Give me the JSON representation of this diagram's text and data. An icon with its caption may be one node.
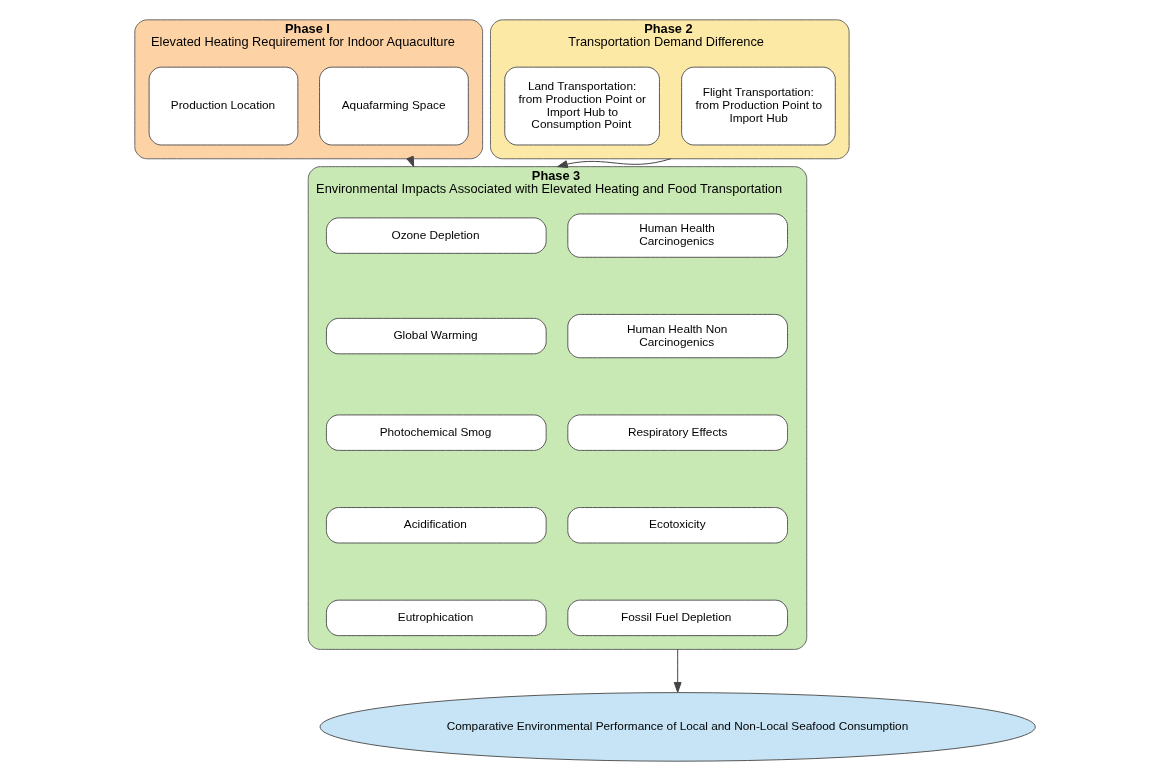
{
  "diagram": {
    "nodes": [
      {
        "text": [
          "Phase I",
          "Elevated Heating Requirement for Indoor Aquaculture"
        ]
      },
      {
        "text": [
          "Production Location"
        ],
        "in": 0
      },
      {
        "text": [
          "Aquafarming Space"
        ],
        "in": 0
      },
      {
        "text": [
          "Phase 2",
          "Transportation Demand Difference"
        ]
      },
      {
        "text": [
          "Land Transportation: from Production Point or Import Hub to Consumption Point"
        ],
        "in": 3
      },
      {
        "text": [
          "Flight Transportation: from Production Point to Import Hub"
        ],
        "in": 3
      },
      {
        "text": [
          "Phase 3",
          "Environmental Impacts Associated with Elevated Heating and Food Transportation"
        ]
      },
      {
        "text": [
          "Ozone Depletion"
        ],
        "in": 6
      },
      {
        "text": [
          "Human Health Carcinogenics"
        ],
        "in": 6
      },
      {
        "text": [
          "Global Warming"
        ],
        "in": 6
      },
      {
        "text": [
          "Human Health Non Carcinogenics"
        ],
        "in": 6
      },
      {
        "text": [
          "Photochemical Smog"
        ],
        "in": 6
      },
      {
        "text": [
          "Respiratory Effects"
        ],
        "in": 6
      },
      {
        "text": [
          "Acidification"
        ],
        "in": 6
      },
      {
        "text": [
          "Ecotoxicity"
        ],
        "in": 6
      },
      {
        "text": [
          "Eutrophication"
        ],
        "in": 6
      },
      {
        "text": [
          "Fossil Fuel Depletion"
        ],
        "in": 6
      },
      {
        "text": [
          "Comparative Environmental Performance of Local and Non-Local Seafood Consumption"
        ]
      }
    ],
    "edges": [
      {
        "from": 0,
        "to": 6,
        "arrow": "to"
      },
      {
        "from": 3,
        "to": 6,
        "arrow": "to"
      },
      {
        "from": 6,
        "to": 17,
        "arrow": "to"
      }
    ]
  }
}
